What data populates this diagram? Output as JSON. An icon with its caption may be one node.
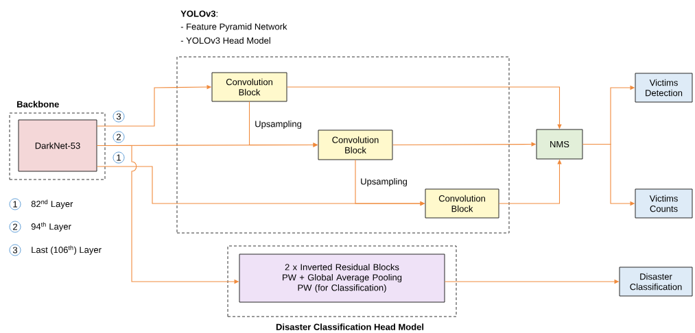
{
  "diagram": {
    "nodes": [
      {
        "text": [
          "Backbone"
        ]
      },
      {
        "text": [
          "DarkNet-53"
        ],
        "in": 0
      },
      {
        "text": [
          "**YOLOv3**:",
          "- Feature Pyramid Network",
          "- YOLOv3 Head Model"
        ]
      },
      {
        "text": [
          "Convolution Block"
        ],
        "in": 2
      },
      {
        "text": [
          "Convolution Block"
        ],
        "in": 2
      },
      {
        "text": [
          "Convolution Block"
        ],
        "in": 2
      },
      {
        "text": [
          "NMS"
        ]
      },
      {
        "text": [
          "Victims Detection"
        ]
      },
      {
        "text": [
          "Victims Counts"
        ]
      },
      {
        "text": [
          "Disaster Classification Head Model"
        ]
      },
      {
        "text": [
          "2 x Inverted Residual Blocks",
          "PW + Global Average Pooling",
          "PW (for Classification)"
        ],
        "in": 9
      },
      {
        "text": [
          "Disaster Classification"
        ]
      }
    ],
    "edges": [
      {
        "from": 1,
        "to": 3,
        "arrow": "to"
      },
      {
        "from": 1,
        "to": 4,
        "arrow": "to"
      },
      {
        "from": 1,
        "to": 5,
        "arrow": "to"
      },
      {
        "from": 1,
        "to": 10,
        "arrow": "to"
      },
      {
        "from": 3,
        "to": 4,
        "arrow": "to",
        "label": "Upsampling"
      },
      {
        "from": 4,
        "to": 5,
        "arrow": "to",
        "label": "Upsampling"
      },
      {
        "from": 3,
        "to": 6,
        "arrow": "to"
      },
      {
        "from": 4,
        "to": 6,
        "arrow": "to"
      },
      {
        "from": 5,
        "to": 6,
        "arrow": "to"
      },
      {
        "from": 6,
        "to": 7,
        "arrow": "to"
      },
      {
        "from": 6,
        "to": 8,
        "arrow": "to"
      },
      {
        "from": 10,
        "to": 11,
        "arrow": "to"
      }
    ],
    "labels": [
      "3",
      "2",
      "1",
      "1",
      "82$^{nd}$ Layer",
      "2",
      "94$^{th}$ Layer",
      "3",
      "Last (106$^{th}$) Layer"
    ]
  }
}
